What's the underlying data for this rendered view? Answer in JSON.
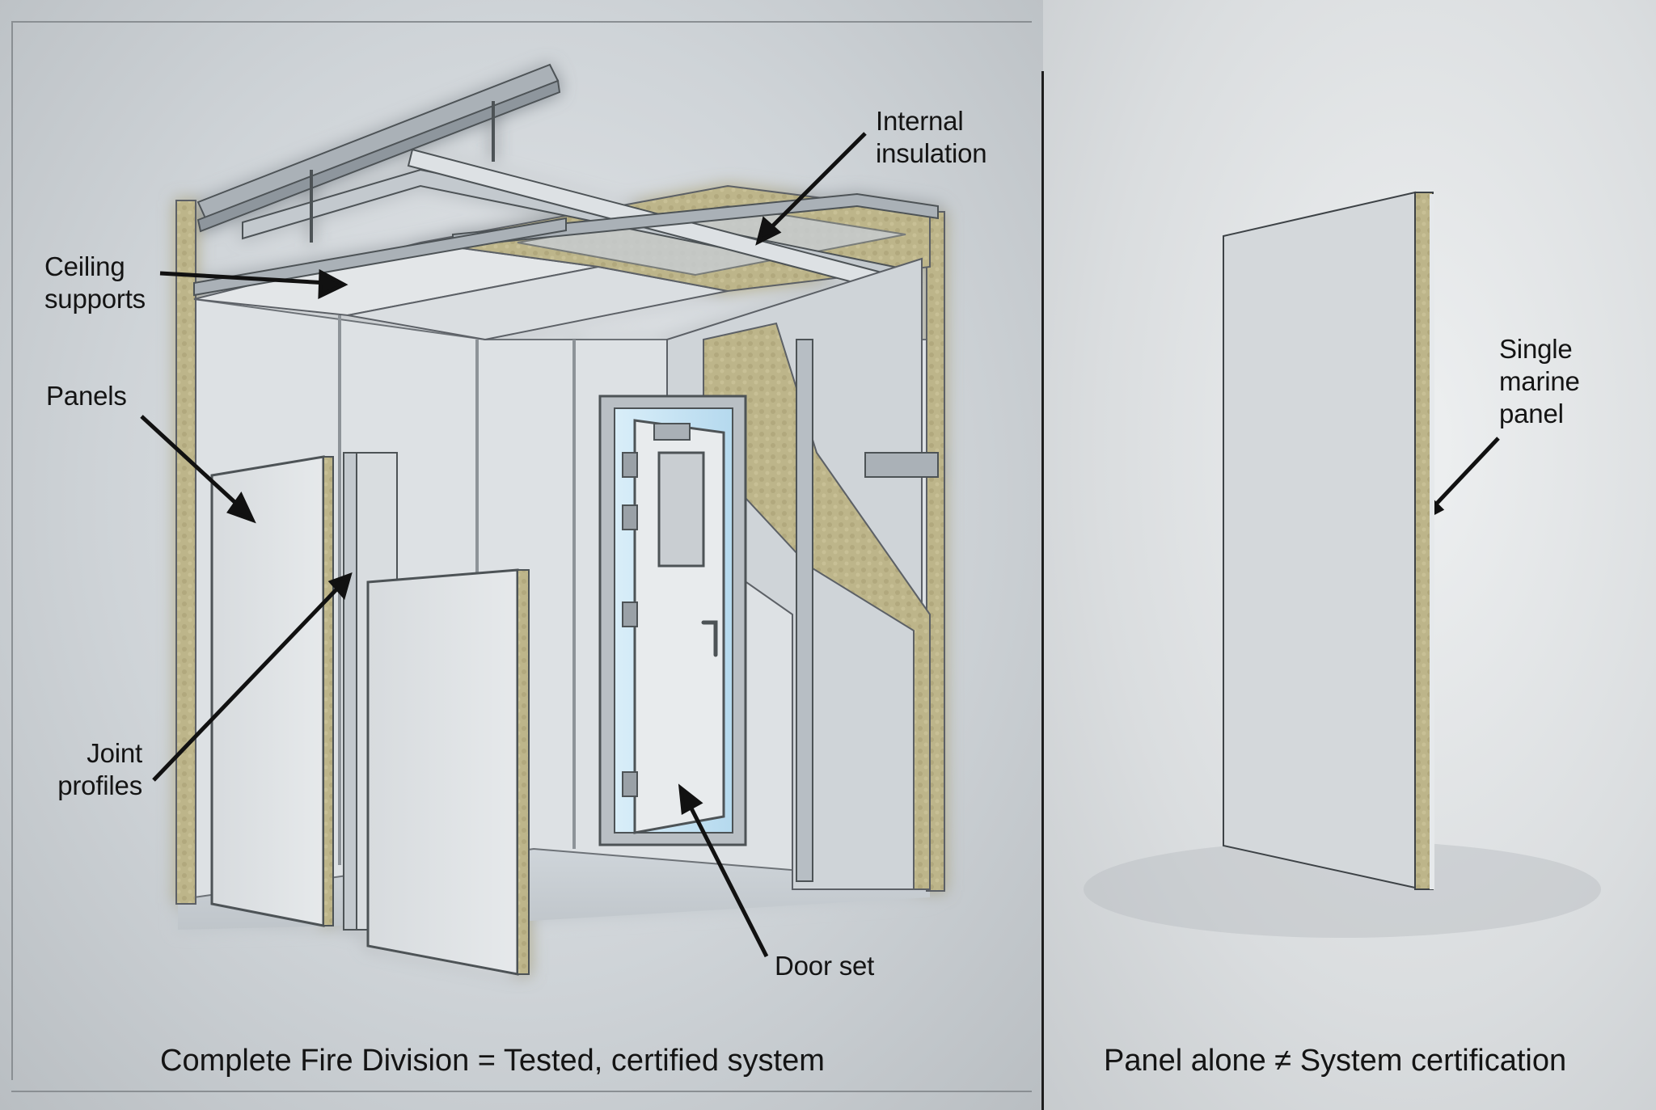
{
  "left_panel": {
    "title": "Complete Fire Division = Tested, certified system",
    "labels": {
      "ceiling_supports": [
        "Ceiling",
        "supports"
      ],
      "panels": [
        "Panels"
      ],
      "joint_profiles": [
        "Joint",
        "profiles"
      ],
      "internal_insulation": [
        "Internal",
        "insulation"
      ],
      "door_set": [
        "Door set"
      ]
    }
  },
  "right_panel": {
    "title": "Panel alone ≠ System certification",
    "labels": {
      "single_marine_panel": [
        "Single",
        "marine",
        "panel"
      ]
    }
  },
  "colors": {
    "background": "#cfd4d8",
    "panel_face": "#dfe3e6",
    "insulation": "#bdb58a",
    "steel": "#a9b0b6",
    "glow": "#bfe3f7",
    "text": "#141414"
  }
}
